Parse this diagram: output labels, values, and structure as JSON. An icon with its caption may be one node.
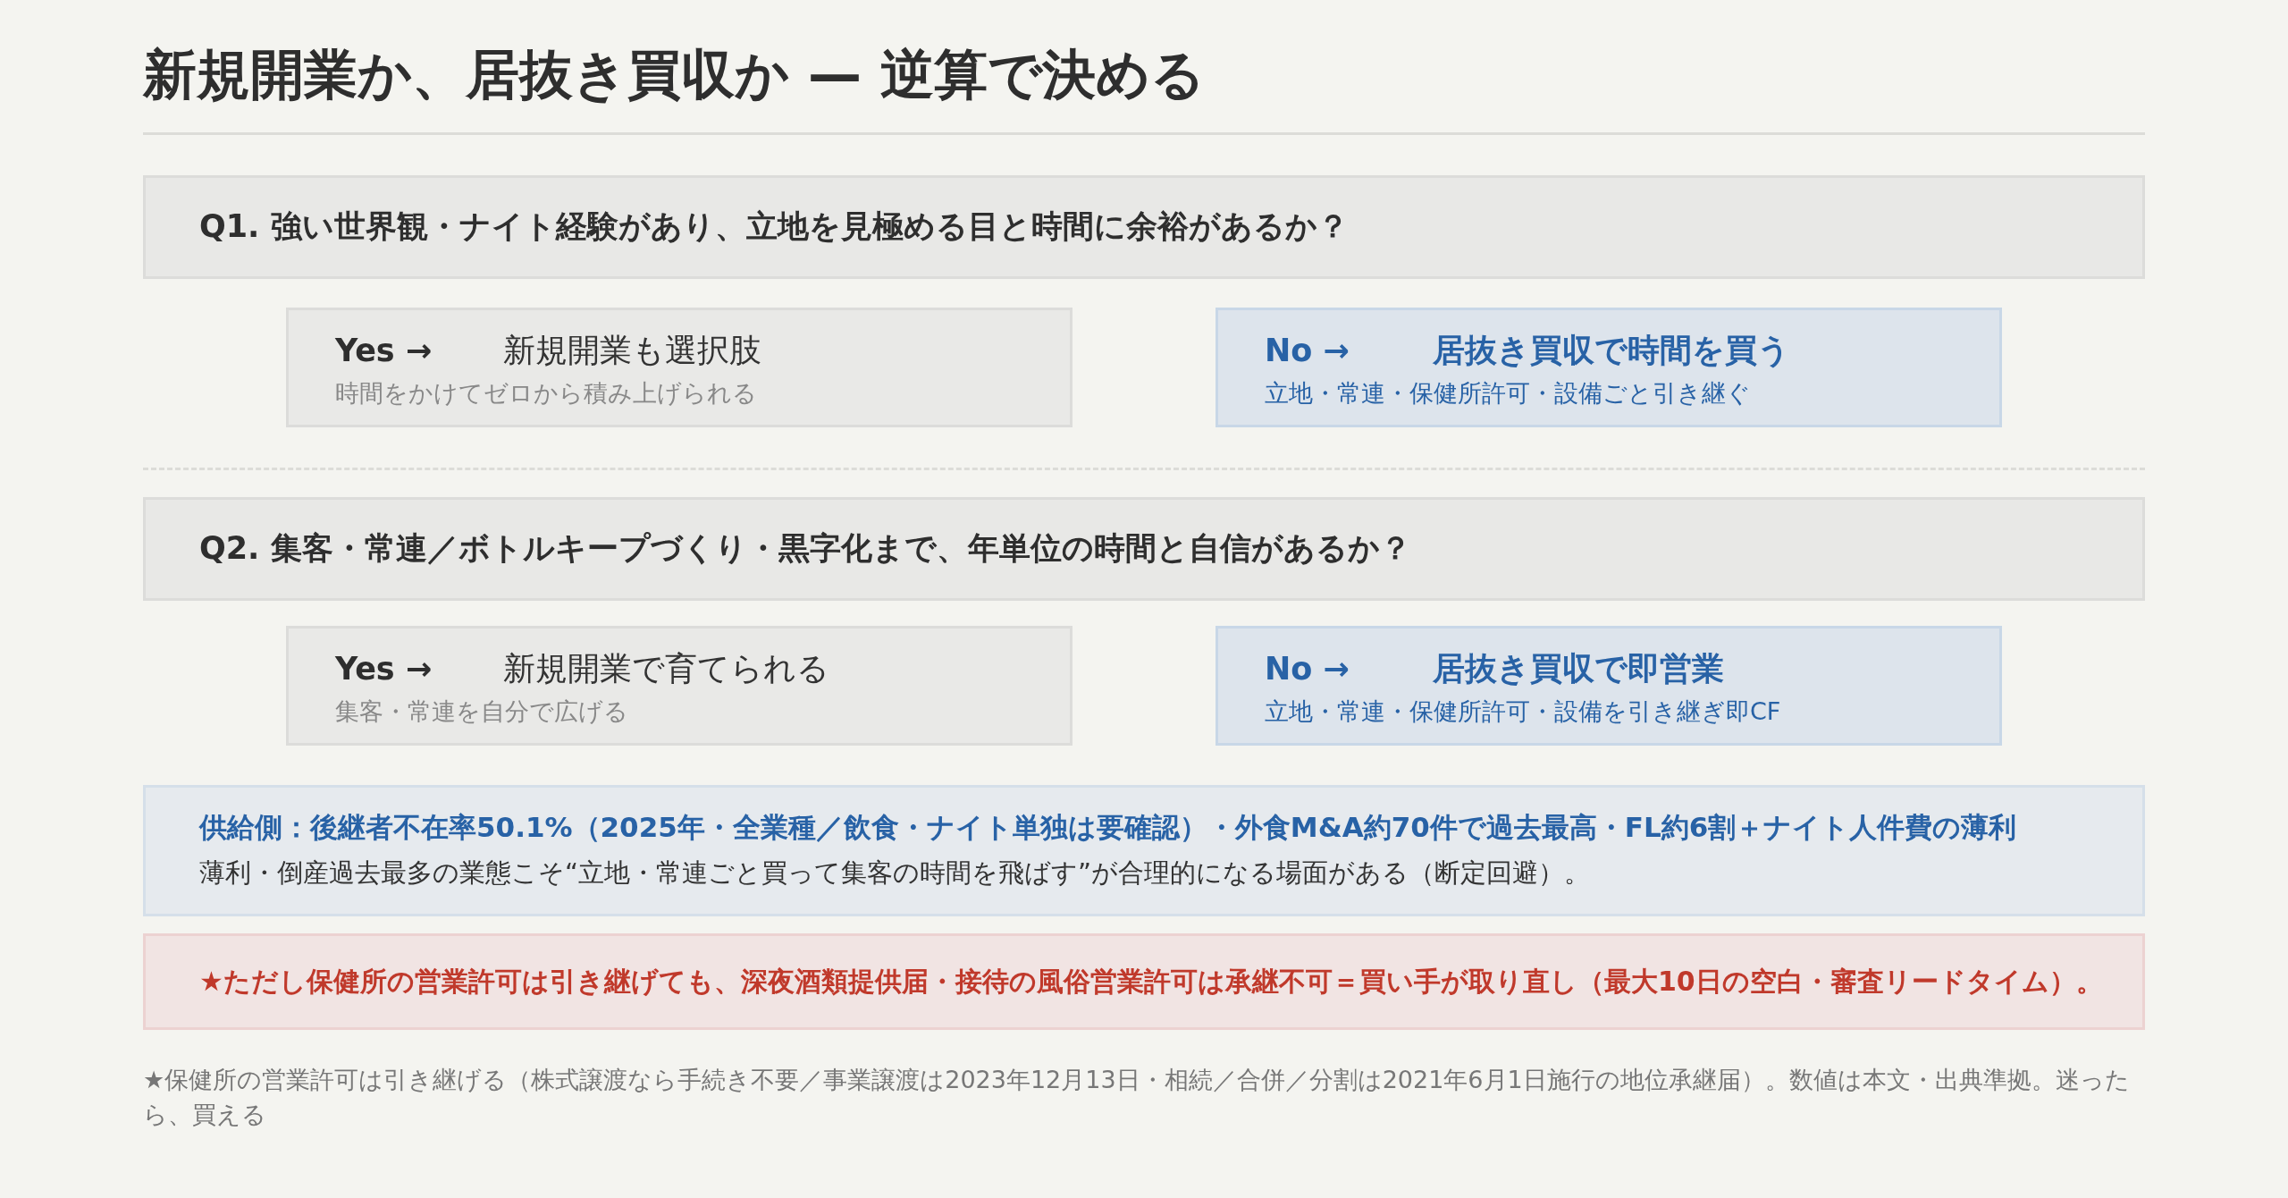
{
  "diagram": {
    "title": "新規開業か、居抜き買収か — 逆算で決める",
    "nodes": [
      {
        "text": [
          "Q1. 強い世界観・ナイト経験があり、立地を見極める目と時間に余裕があるか？"
        ]
      },
      {
        "text": [
          "Yes →",
          "新規開業も選択肢",
          "時間をかけてゼロから積み上げられる"
        ]
      },
      {
        "text": [
          "No →",
          "居抜き買収で時間を買う",
          "立地・常連・保健所許可・設備ごと引き継ぐ"
        ]
      },
      {
        "text": [
          "Q2. 集客・常連／ボトルキープづくり・黒字化まで、年単位の時間と自信があるか？"
        ]
      },
      {
        "text": [
          "Yes →",
          "新規開業で育てられる",
          "集客・常連を自分で広げる"
        ]
      },
      {
        "text": [
          "No →",
          "居抜き買収で即営業",
          "立地・常連・保健所許可・設備を引き継ぎ即CF"
        ]
      },
      {
        "text": [
          "供給側：後継者不在率50.1%（2025年・全業種／飲食・ナイト単独は要確認）・外食M&A約70件で過去最高・FL約6割＋ナイト人件費の薄利",
          "薄利・倒産過去最多の業態こそ“立地・常連ごと買って集客の時間を飛ばす”が合理的になる場面がある（断定回避）。"
        ]
      },
      {
        "text": [
          "★ただし保健所の営業許可は引き継げても、深夜酒類提供届・接待の風俗営業許可は承継不可＝買い手が取り直し（最大10日の空白・審査リードタイム）。"
        ]
      }
    ],
    "labels": [
      "★保健所の営業許可は引き継げる（株式譲渡なら手続き不要／事業譲渡は2023年12月13日・相続／合併／分割は2021年6月1日施行の地位承継届）。数値は本文・出典準拠。迷ったら、買える"
    ]
  }
}
